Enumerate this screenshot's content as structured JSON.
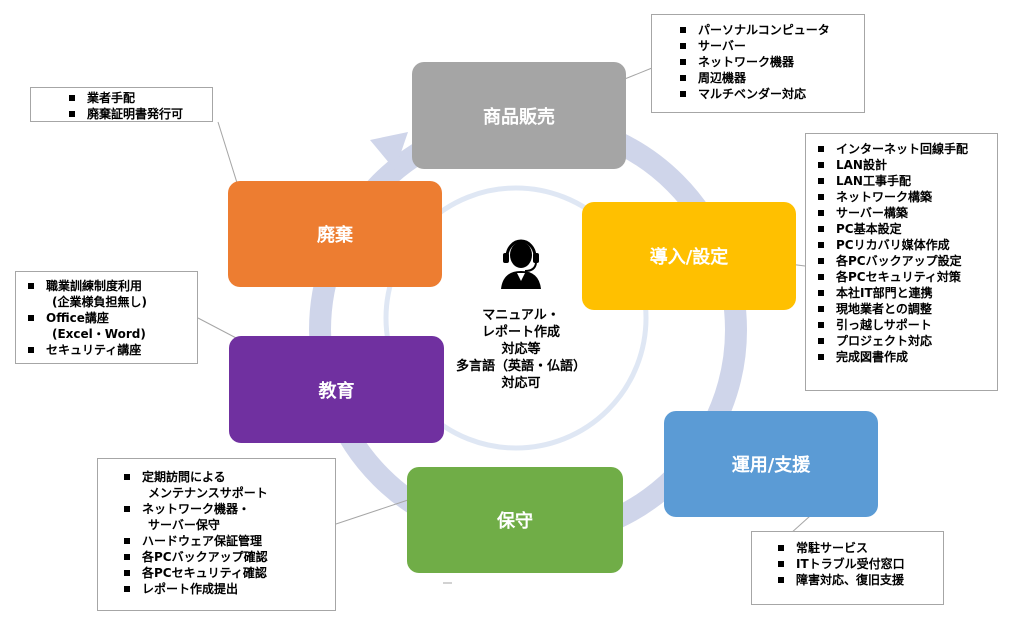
{
  "colors": {
    "ring": "#cfd5ea",
    "sales": "#a5a5a5",
    "setup": "#ffc000",
    "operation": "#5b9bd5",
    "maintenance": "#70ad47",
    "education": "#7030a0",
    "disposal": "#ed7d31"
  },
  "center": {
    "icon": "headset-operator-icon",
    "lines": [
      "マニュアル・",
      "レポート作成",
      "対応等",
      "多言語（英語・仏語）",
      "対応可"
    ]
  },
  "stages": {
    "sales": "商品販売",
    "setup": "導入/設定",
    "operation": "運用/支援",
    "maintenance": "保守",
    "education": "教育",
    "disposal": "廃棄"
  },
  "callouts": {
    "sales": [
      "パーソナルコンピュータ",
      "サーバー",
      "ネットワーク機器",
      "周辺機器",
      "マルチベンダー対応"
    ],
    "setup": [
      "インターネット回線手配",
      "LAN設計",
      "LAN工事手配",
      "ネットワーク構築",
      "サーバー構築",
      "PC基本設定",
      "PCリカバリ媒体作成",
      "各PCバックアップ設定",
      "各PCセキュリティ対策",
      "本社IT部門と連携",
      "現地業者との調整",
      "引っ越しサポート",
      "プロジェクト対応",
      "完成図書作成"
    ],
    "operation": [
      "常駐サービス",
      "ITトラブル受付窓口",
      "障害対応、復旧支援"
    ],
    "maintenance": [
      {
        "main": "定期訪問による",
        "sub": "メンテナンスサポート"
      },
      {
        "main": "ネットワーク機器・",
        "sub": "サーバー保守"
      },
      {
        "main": "ハードウェア保証管理",
        "sub": ""
      },
      {
        "main": "各PCバックアップ確認",
        "sub": ""
      },
      {
        "main": "各PCセキュリティ確認",
        "sub": ""
      },
      {
        "main": "レポート作成提出",
        "sub": ""
      }
    ],
    "education": [
      {
        "main": "職業訓練制度利用",
        "sub": "(企業様負担無し)"
      },
      {
        "main": "Office講座",
        "sub": "(Excel・Word)"
      },
      {
        "main": "セキュリティ講座",
        "sub": ""
      }
    ],
    "disposal": [
      "業者手配",
      "廃棄証明書発行可"
    ]
  }
}
